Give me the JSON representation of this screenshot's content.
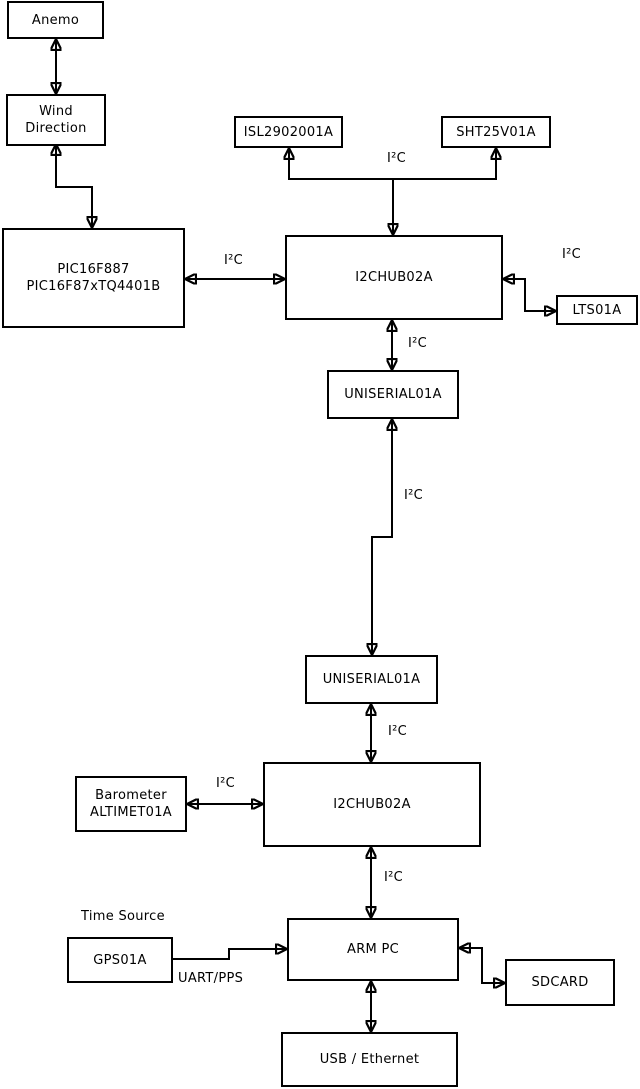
{
  "diagram": {
    "background_color": "#ffffff",
    "stroke_color": "#000000",
    "nodes": {
      "anemo": {
        "label": "Anemo"
      },
      "wind_direction": {
        "label": "Wind Direction"
      },
      "pic": {
        "lines": [
          "PIC16F887",
          "PIC16F87xTQ4401B"
        ]
      },
      "isl": {
        "label": "ISL2902001A"
      },
      "sht": {
        "label": "SHT25V01A"
      },
      "i2chub_top": {
        "label": "I2CHUB02A"
      },
      "lts": {
        "label": "LTS01A"
      },
      "uniserial_top": {
        "label": "UNISERIAL01A"
      },
      "uniserial_bottom": {
        "label": "UNISERIAL01A"
      },
      "barometer": {
        "lines": [
          "Barometer",
          "ALTIMET01A"
        ]
      },
      "i2chub_bottom": {
        "label": "I2CHUB02A"
      },
      "gps": {
        "label": "GPS01A"
      },
      "arm_pc": {
        "label": "ARM PC"
      },
      "sdcard": {
        "label": "SDCARD"
      },
      "usb_ethernet": {
        "label": "USB / Ethernet"
      }
    },
    "edge_labels": {
      "i2c": "I²C",
      "time_source": "Time Source",
      "uart_pps": "UART/PPS"
    }
  }
}
